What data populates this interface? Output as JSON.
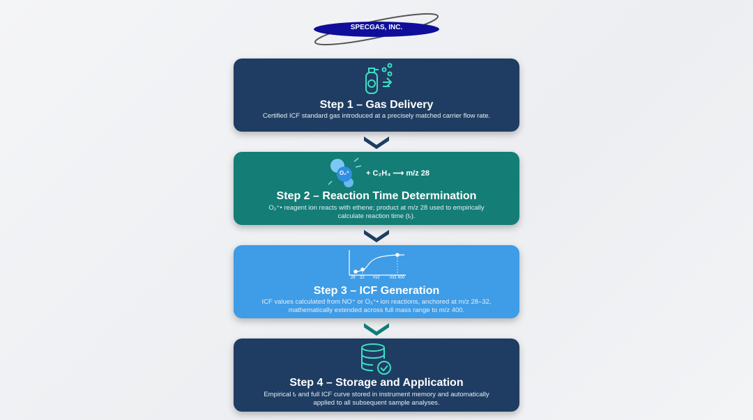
{
  "logo": {
    "text": "SPECGAS, INC."
  },
  "colors": {
    "step1": "#1f3d62",
    "step2": "#137d76",
    "step3": "#3f9ce6",
    "step4": "#1f3d62",
    "icon_glow": "#3de0c4",
    "chevron": "#1f3d62"
  },
  "steps": [
    {
      "title": "Step 1 – Gas Delivery",
      "desc": "Certified ICF standard gas introduced at a precisely matched carrier flow rate.",
      "icon": "gas-cylinder-icon"
    },
    {
      "title": "Step 2 – Reaction Time Determination",
      "equation": "+ C₂H₄ ⟶ m/z 28",
      "ion": "O₂⁺",
      "desc": "O₂⁺• reagent ion reacts with ethene; product at m/z 28 used to empirically calculate reaction time (tᵣ).",
      "icon": "molecule-icon"
    },
    {
      "title": "Step 3 – ICF Generation",
      "chart_labels": [
        "28",
        "32",
        "m/z",
        "m/z 400"
      ],
      "desc": "ICF values calculated from NO⁺ or O₂⁺• ion reactions, anchored at m/z 28–32, mathematically extended across full mass range to m/z 400.",
      "icon": "curve-chart-icon"
    },
    {
      "title": "Step 4 – Storage and Application",
      "desc": "Empirical tᵣ and full ICF curve stored in instrument memory and automatically applied to all subsequent sample analyses.",
      "icon": "database-check-icon"
    }
  ]
}
